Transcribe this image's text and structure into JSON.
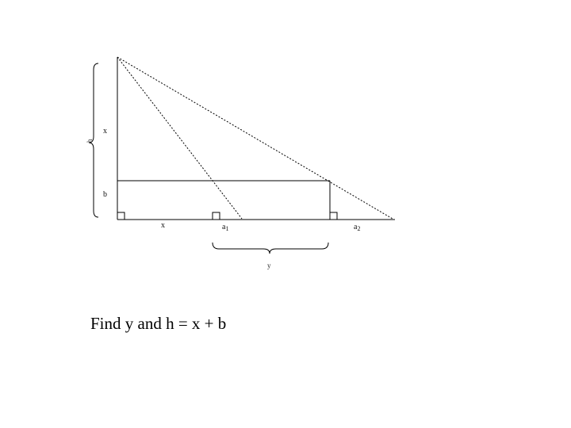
{
  "labels": {
    "x_vertical": "x",
    "b_vertical": "b",
    "h_bracket": "h",
    "x_horizontal": "x",
    "a1": "a",
    "a1_sub": "1",
    "a2": "a",
    "a2_sub": "2",
    "y_bracket": "y"
  },
  "prompt": "Find y and h = x + b",
  "colors": {
    "line": "#000000",
    "background": "#ffffff"
  }
}
